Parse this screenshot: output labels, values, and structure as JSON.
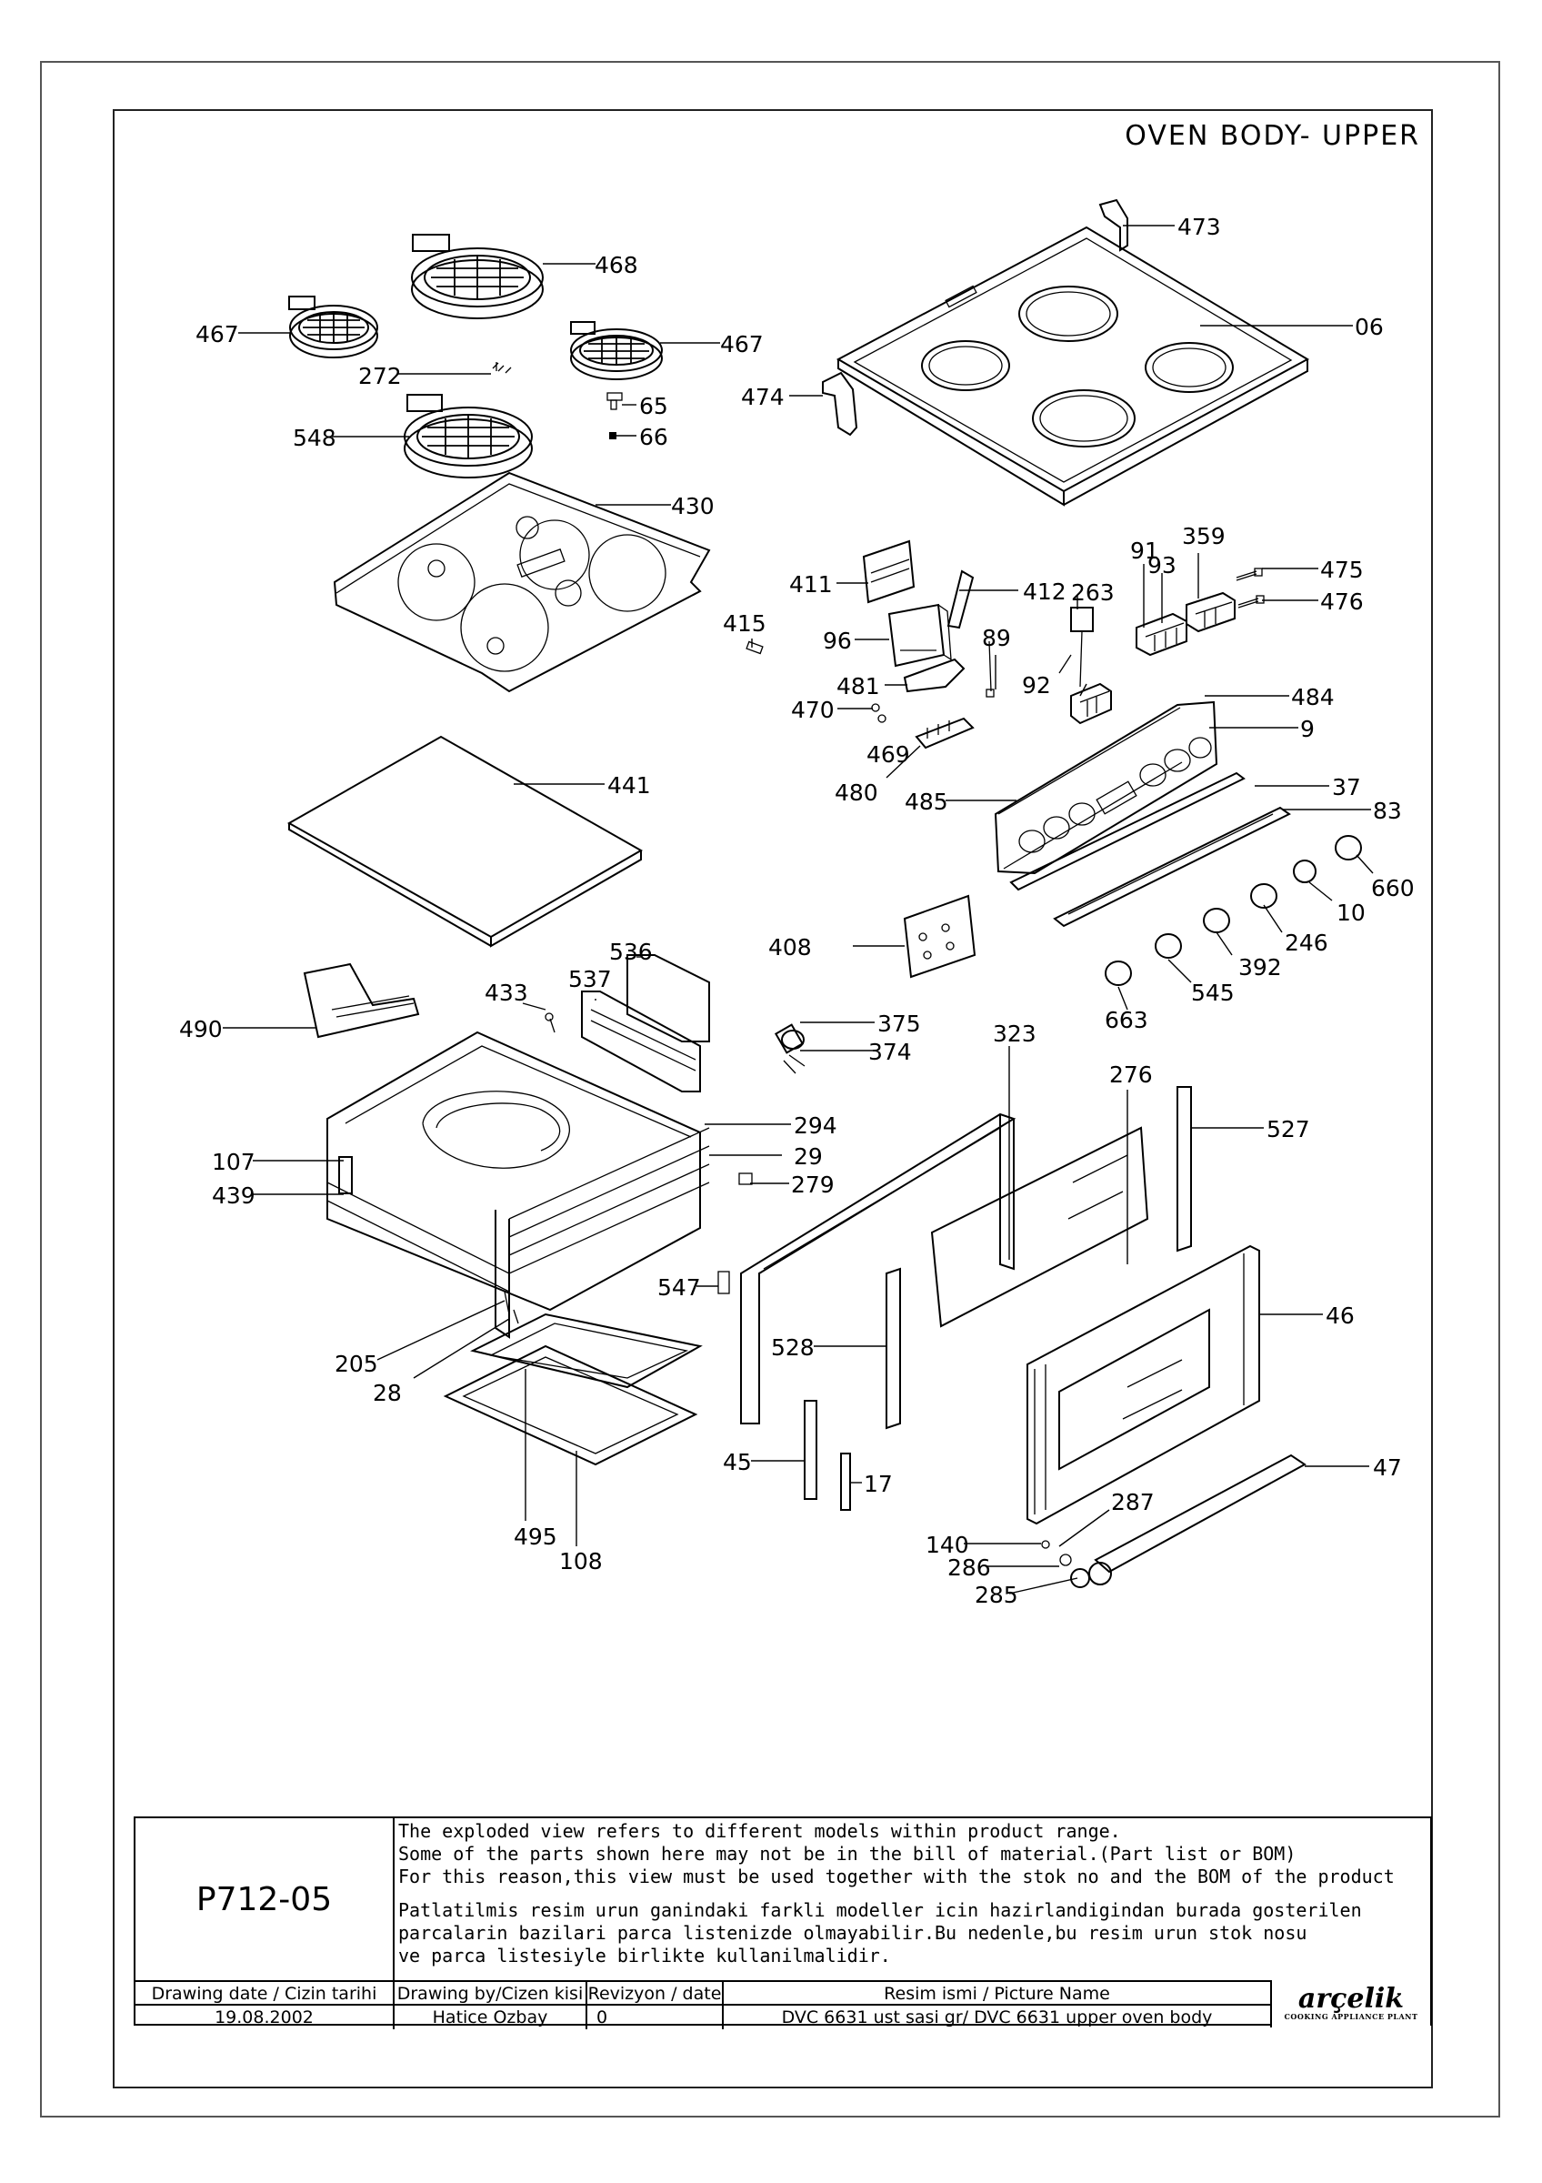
{
  "drawing": {
    "title": "OVEN BODY- UPPER",
    "part_labels": [
      "467",
      "468",
      "272",
      "467",
      "65",
      "66",
      "548",
      "430",
      "473",
      "06",
      "474",
      "411",
      "412",
      "415",
      "96",
      "89",
      "263",
      "91",
      "93",
      "359",
      "475",
      "476",
      "481",
      "92",
      "470",
      "469",
      "484",
      "9",
      "480",
      "485",
      "37",
      "441",
      "83",
      "660",
      "10",
      "246",
      "408",
      "392",
      "545",
      "663",
      "536",
      "537",
      "433",
      "375",
      "374",
      "490",
      "323",
      "276",
      "527",
      "294",
      "107",
      "29",
      "439",
      "279",
      "547",
      "46",
      "528",
      "205",
      "28",
      "47",
      "45",
      "17",
      "287",
      "140",
      "286",
      "285",
      "495",
      "108"
    ]
  },
  "title_block": {
    "drawing_code": "P712-05",
    "notes": [
      "The exploded view refers to different models within product range.",
      "Some of the parts shown here may not be in the bill of material.(Part list or BOM)",
      "For this reason,this view must be used together with the stok no and the BOM of the product",
      "Patlatilmis resim urun ganindaki farkli modeller icin hazirlandigindan burada gosterilen",
      "parcalarin bazilari parca listenizde olmayabilir.Bu nedenle,bu resim urun stok nosu",
      "ve parca listesiyle birlikte kullanilmalidir."
    ],
    "headers": {
      "date": "Drawing date / Cizin tarihi",
      "by": "Drawing by/Cizen kisi",
      "rev": "Revizyon / date",
      "name": "Resim ismi / Picture Name"
    },
    "values": {
      "date": "19.08.2002",
      "by": "Hatice Ozbay",
      "rev": "0",
      "name": "DVC 6631 ust sasi gr/ DVC 6631 upper oven body"
    },
    "logo": {
      "name": "arçelik",
      "subtitle": "COOKING APPLIANCE PLANT"
    }
  }
}
